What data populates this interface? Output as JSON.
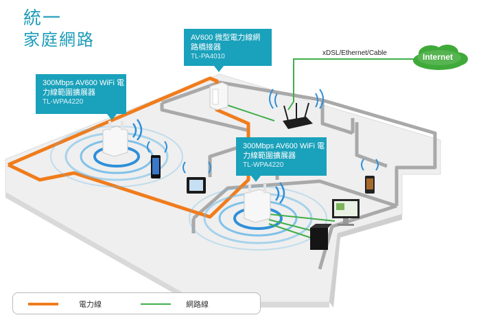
{
  "title": {
    "line1": "統一",
    "line2": "家庭網路"
  },
  "callouts": {
    "powerline_adapter": {
      "line1": "AV600 微型電力線網",
      "line2": "路橋接器",
      "model": "TL-PA4010"
    },
    "extender_left": {
      "line1": "300Mbps AV600 WiFi 電",
      "line2": "力線範圍擴展器",
      "model": "TL-WPA4220"
    },
    "extender_right": {
      "line1": "300Mbps AV600 WiFi 電",
      "line2": "力線範圍擴展器",
      "model": "TL-WPA4220"
    }
  },
  "internet": {
    "label": "Internet",
    "connection_label": "xDSL/Ethernet/Cable"
  },
  "legend": {
    "powerline": {
      "label": "電力線",
      "color": "#f07c1c"
    },
    "network": {
      "label": "網路線",
      "color": "#3fae49"
    }
  },
  "colors": {
    "accent": "#1aa1bb",
    "wifi": "#1e88d6",
    "cloud": "#3faa3a"
  }
}
